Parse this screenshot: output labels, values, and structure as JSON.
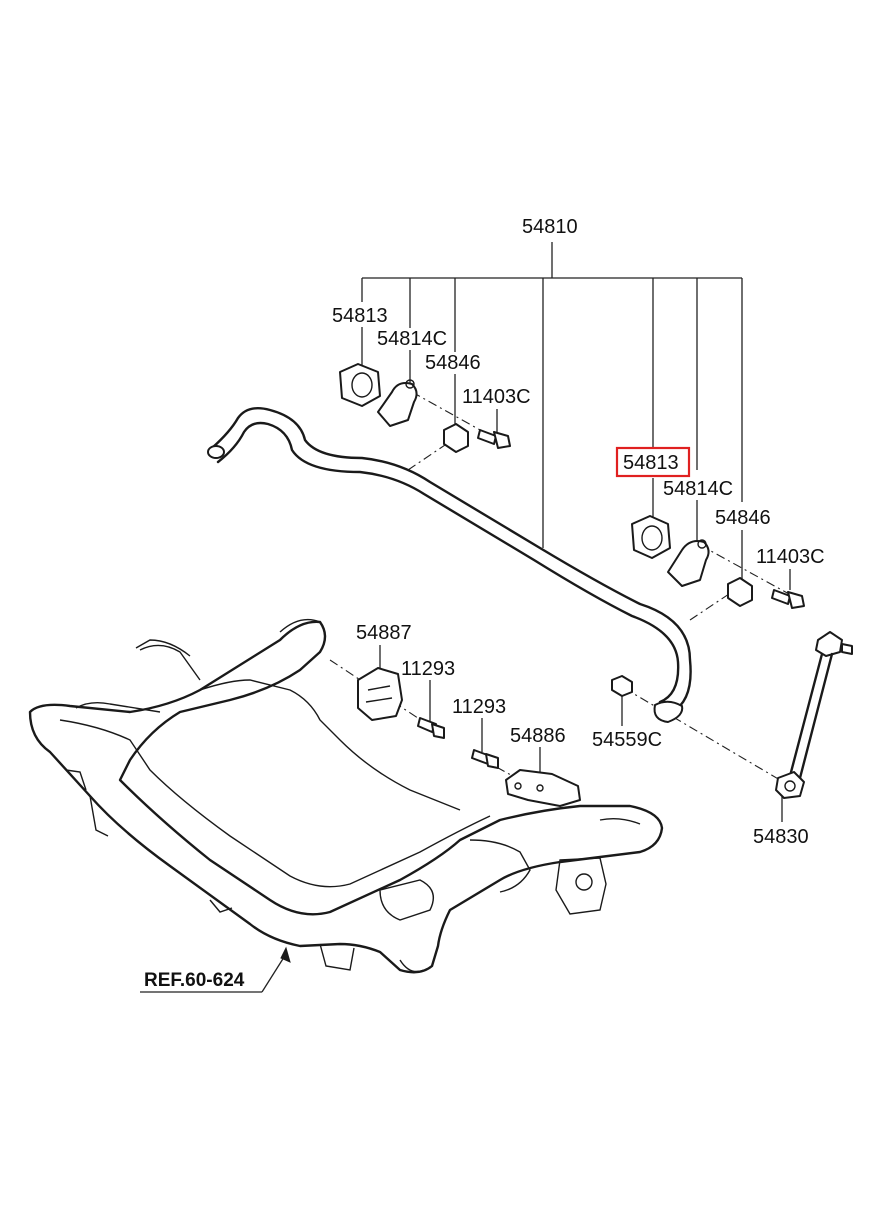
{
  "labels": {
    "stabilizer_bar": "54810",
    "bushing_left": "54813",
    "bracket_left": "54814C",
    "cap_left": "54846",
    "bolt_left": "11403C",
    "bushing_right": "54813",
    "bracket_right": "54814C",
    "cap_right": "54846",
    "bolt_right": "11403C",
    "mount_bracket_left": "54887",
    "mount_bolt_upper": "11293",
    "mount_bolt_lower": "11293",
    "mount_bracket_right": "54886",
    "nut": "54559C",
    "link": "54830",
    "reference": "REF.60-624"
  },
  "highlight": {
    "part": "54813",
    "color": "#e02020"
  },
  "colors": {
    "line": "#1a1a1a",
    "background": "#ffffff"
  }
}
